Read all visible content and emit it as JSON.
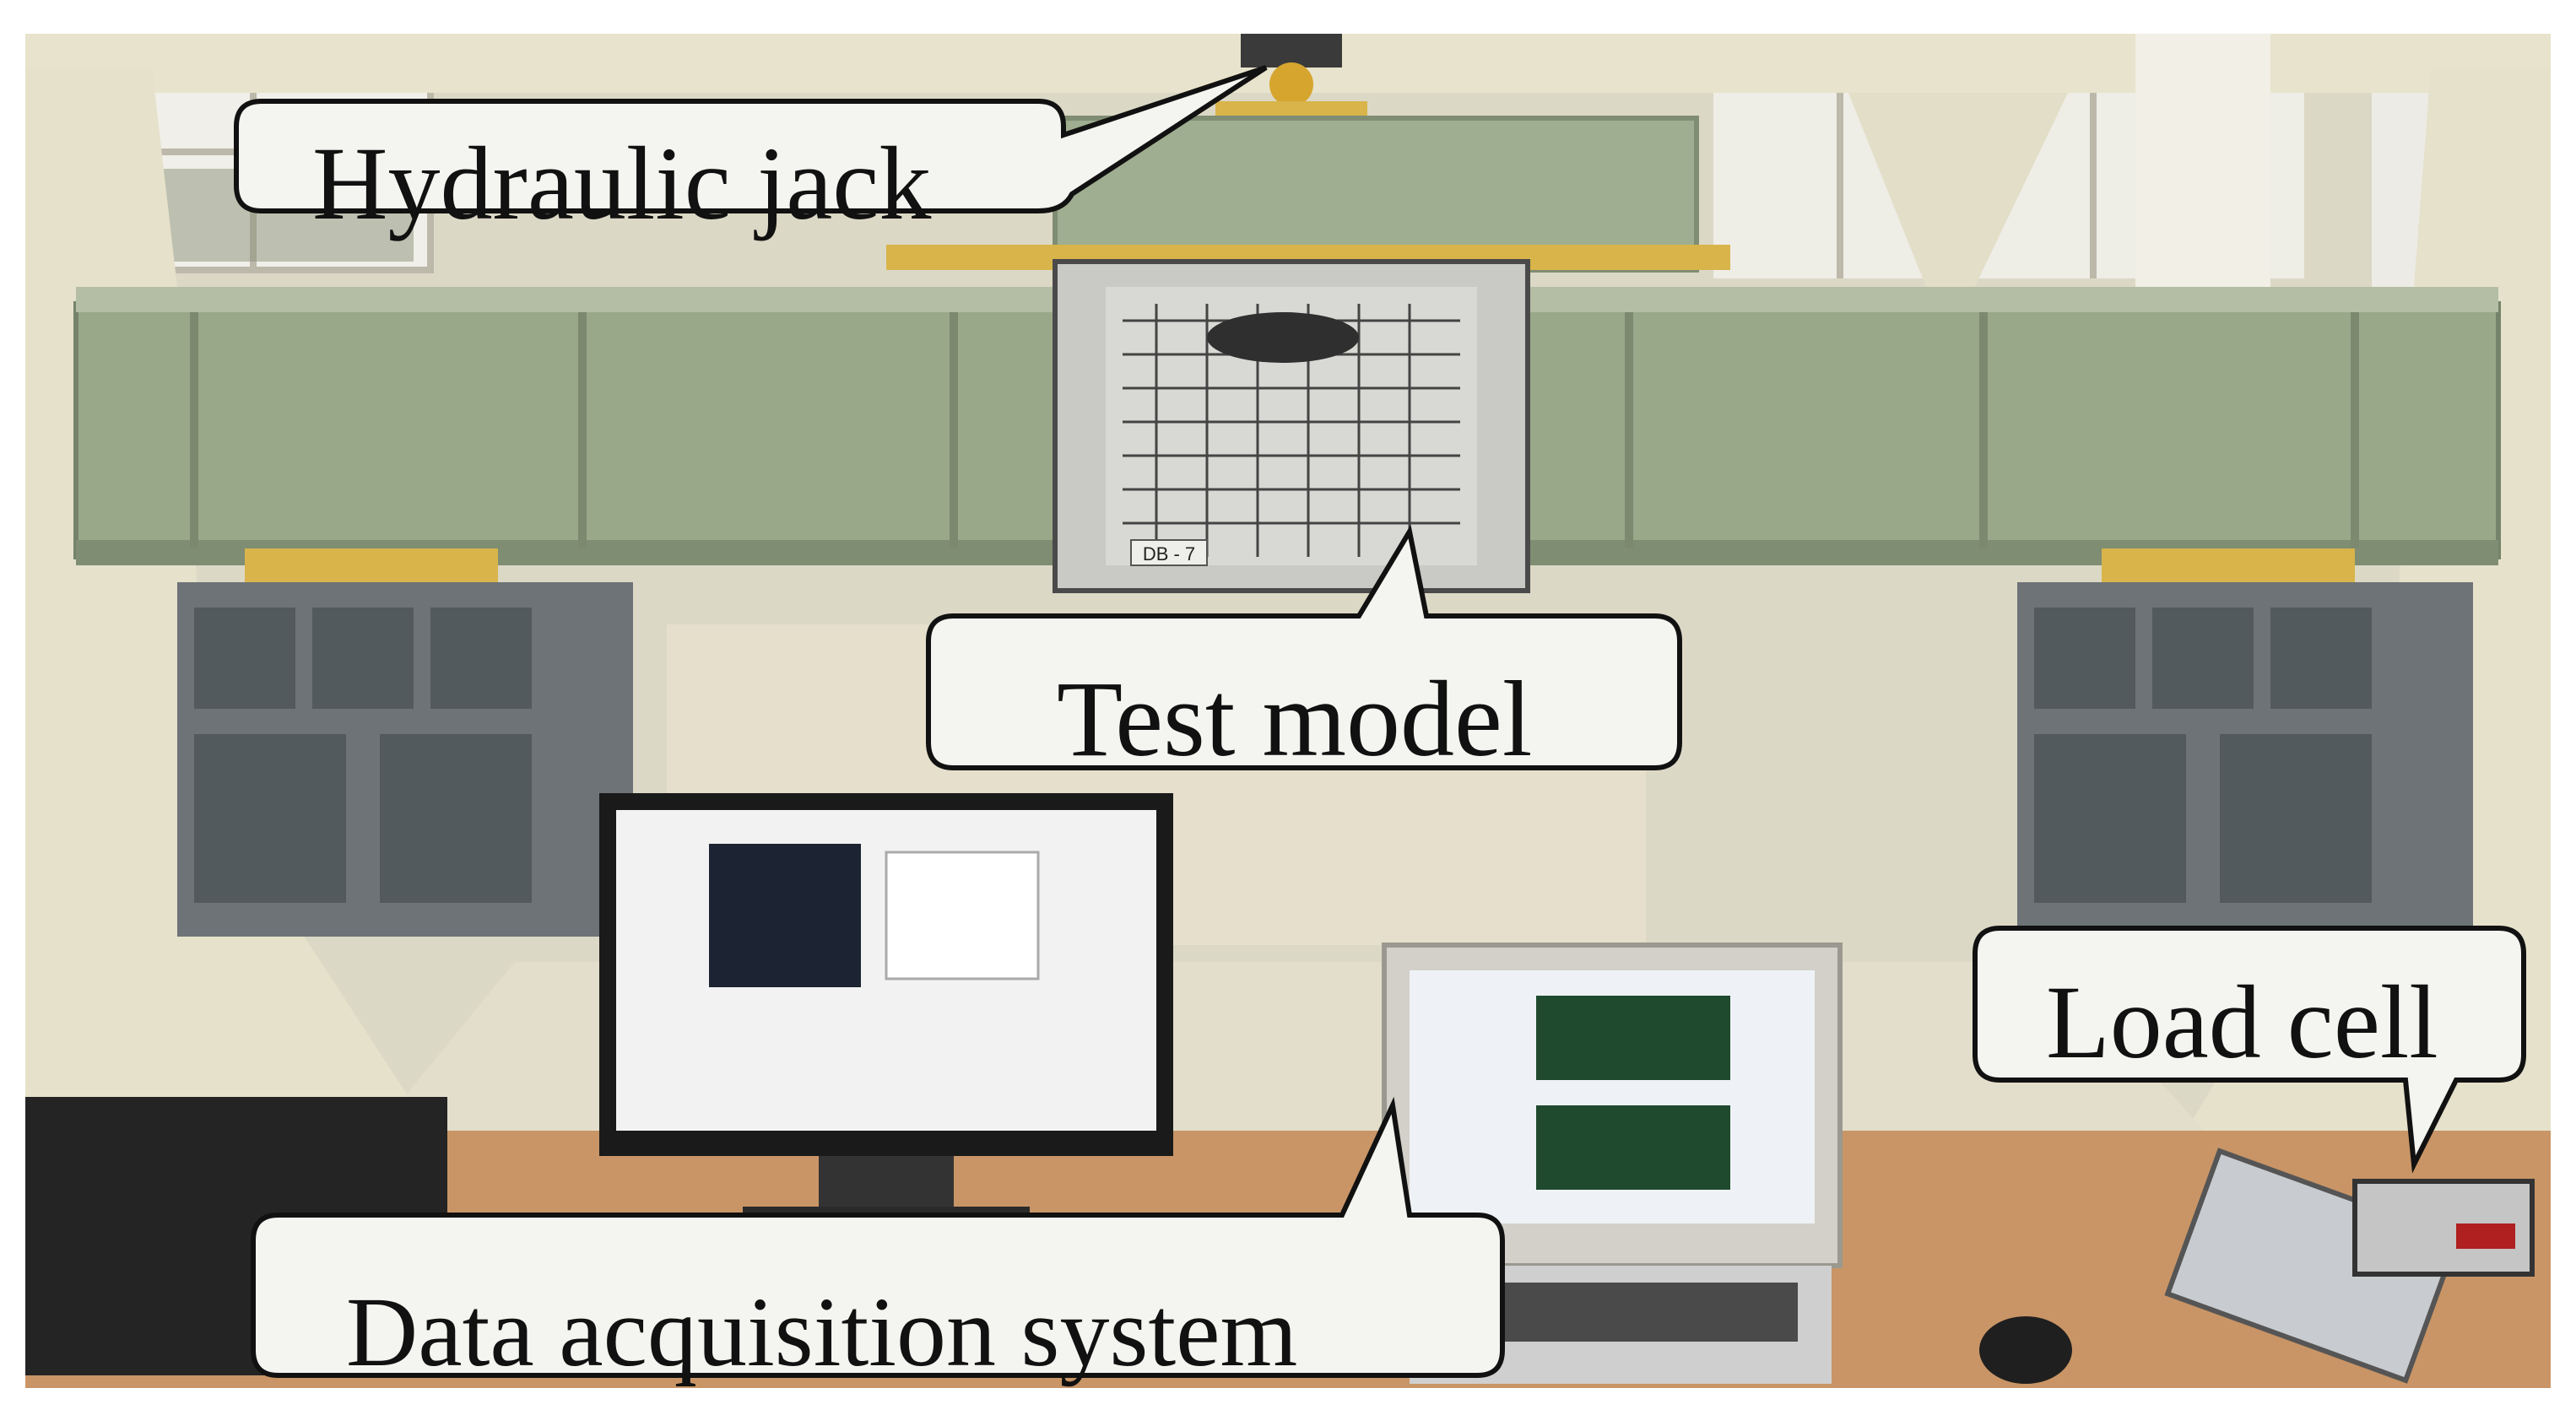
{
  "figure": {
    "callouts": {
      "hydraulic_jack": "Hydraulic jack",
      "test_model": "Test model",
      "load_cell": "Load cell",
      "data_acquisition": "Data acquisition system"
    },
    "monitor_tag": "DB - 7",
    "colors": {
      "frame_cream": "#e8e3cc",
      "beam_green": "#9aa88a",
      "support_grey": "#6d7377",
      "desk_orange": "#c99566",
      "yellow_plate": "#d8b44a",
      "callout_fill": "#f4f4f0",
      "callout_stroke": "#111111"
    }
  }
}
